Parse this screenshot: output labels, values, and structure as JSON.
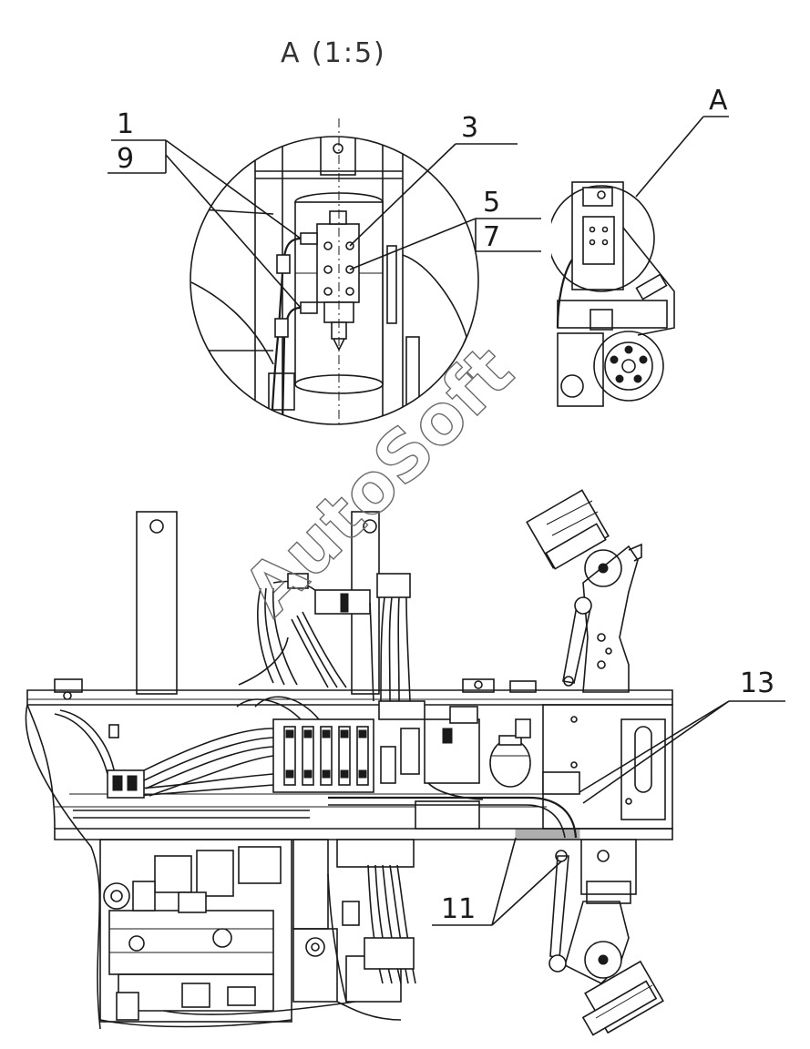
{
  "view_title": "A (1:5)",
  "callout_letter": "A",
  "labels": {
    "l1": "1",
    "l9": "9",
    "l3": "3",
    "l5": "5",
    "l7": "7",
    "l13": "13",
    "l11": "11"
  },
  "watermark": "AutoSoft",
  "colors": {
    "line": "#1a1a1a",
    "background": "#ffffff",
    "watermark": "#6b6b6b"
  }
}
